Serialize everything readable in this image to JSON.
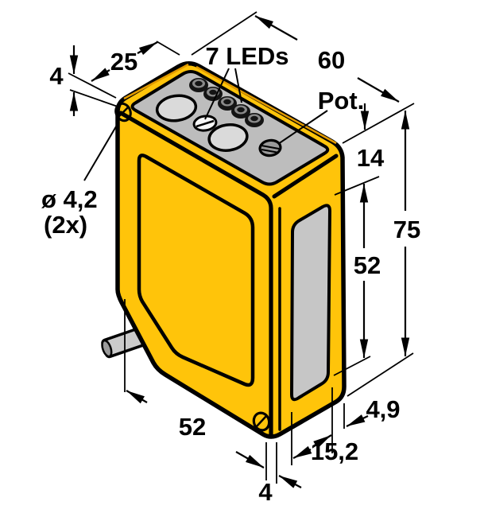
{
  "colors": {
    "body": "#FFC40A",
    "top_face": "#BDBDBD",
    "lens": "#DADADA",
    "side_window": "#C6C6C6",
    "cable": "#CBCBCB",
    "cable_end": "#9A9A9A",
    "pot_screw": "#9A9A9A",
    "led_dark": "#141414",
    "led_ring": "#8A8A8A",
    "bevel": "#E29A00",
    "line": "#000000"
  },
  "dims": {
    "ear_thickness": "4",
    "top_width": "25",
    "leds_label": "7 LEDs",
    "top_length": "60",
    "pot_label": "Pot.",
    "window_offset": "14",
    "height": "75",
    "window_height": "52",
    "hole_dia_line1": "ø 4,2",
    "hole_dia_line2": "(2x)",
    "front_width": "52",
    "window_to_back": "4,9",
    "window_width": "15,2",
    "corner_offset": "4"
  }
}
